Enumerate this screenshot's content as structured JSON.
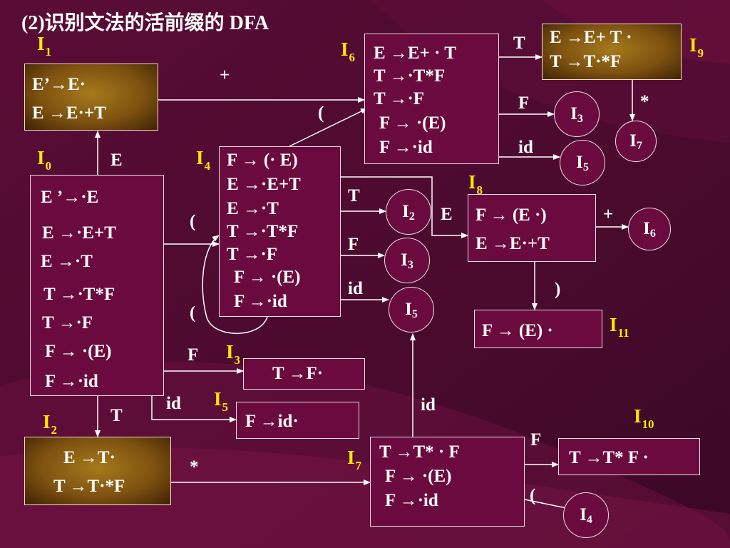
{
  "title": "(2)识别文法的活前缀的 DFA",
  "colors": {
    "background": "#4a0a2e",
    "box_fill": "#6b0a3e",
    "gold_fill": "#8a5c12",
    "state_label": "#ffe800",
    "text": "#ffffff"
  },
  "states": {
    "I0": {
      "label": "I",
      "sub": "0",
      "items": [
        "E ’→·E",
        "E →·E+T",
        "E →·T",
        "T →·T*F",
        "T →·F",
        "F → ·(E)",
        "F →·id"
      ]
    },
    "I1": {
      "label": "I",
      "sub": "1",
      "items": [
        "E’→E·",
        "E →E·+T"
      ]
    },
    "I2": {
      "label": "I",
      "sub": "2",
      "items": [
        "E →T·",
        "T →T·*F"
      ]
    },
    "I3": {
      "label": "I",
      "sub": "3",
      "items": [
        "T →F·"
      ]
    },
    "I4": {
      "label": "I",
      "sub": "4",
      "items": [
        "F → (· E)",
        "E →·E+T",
        "E →·T",
        "T →·T*F",
        "T →·F",
        "F → ·(E)",
        "F →·id"
      ]
    },
    "I5": {
      "label": "I",
      "sub": "5",
      "items": [
        "F →id·"
      ]
    },
    "I6": {
      "label": "I",
      "sub": "6",
      "items": [
        "E →E+ · T",
        "T →·T*F",
        "T →·F",
        "F → ·(E)",
        "F →·id"
      ]
    },
    "I7": {
      "label": "I",
      "sub": "7",
      "items": [
        "T →T* · F",
        "F → ·(E)",
        "F →·id"
      ]
    },
    "I8": {
      "label": "I",
      "sub": "8",
      "items": [
        "F → (E ·)",
        "E →E·+T"
      ]
    },
    "I9": {
      "label": "I",
      "sub": "9",
      "items": [
        "E →E+ T ·",
        "T →T·*F"
      ]
    },
    "I10": {
      "label": "I",
      "sub": "10",
      "items": [
        "T →T* F ·"
      ]
    },
    "I11": {
      "label": "I",
      "sub": "11",
      "items": [
        "F → (E) ·"
      ]
    }
  },
  "circles": [
    {
      "label": "I",
      "sub": "3"
    },
    {
      "label": "I",
      "sub": "5"
    },
    {
      "label": "I",
      "sub": "7"
    },
    {
      "label": "I",
      "sub": "2"
    },
    {
      "label": "I",
      "sub": "3"
    },
    {
      "label": "I",
      "sub": "5"
    },
    {
      "label": "I",
      "sub": "6"
    },
    {
      "label": "I",
      "sub": "4"
    }
  ],
  "transitions": {
    "i0_to_i1": "E",
    "i0_to_i2": "T",
    "i0_to_i3": "F",
    "i0_to_i5": "id",
    "i0_to_i4_upper": "(",
    "i0_to_i4_lower": "(",
    "i1_to_i6": "+",
    "i4_to_i6": "(",
    "i2_to_i7": "*",
    "i6_to_i9": "T",
    "i6_to_i3": "F",
    "i6_to_i5": "id",
    "i9_to_i7": "*",
    "i4_to_i2": "T",
    "i4_to_i3": "F",
    "i4_to_i5": "id",
    "i4_to_i8": "E",
    "i8_to_i6": "+",
    "i8_to_i11": ")",
    "i7_to_i5": "id",
    "i7_to_i10": "F",
    "i7_to_i4": "("
  }
}
